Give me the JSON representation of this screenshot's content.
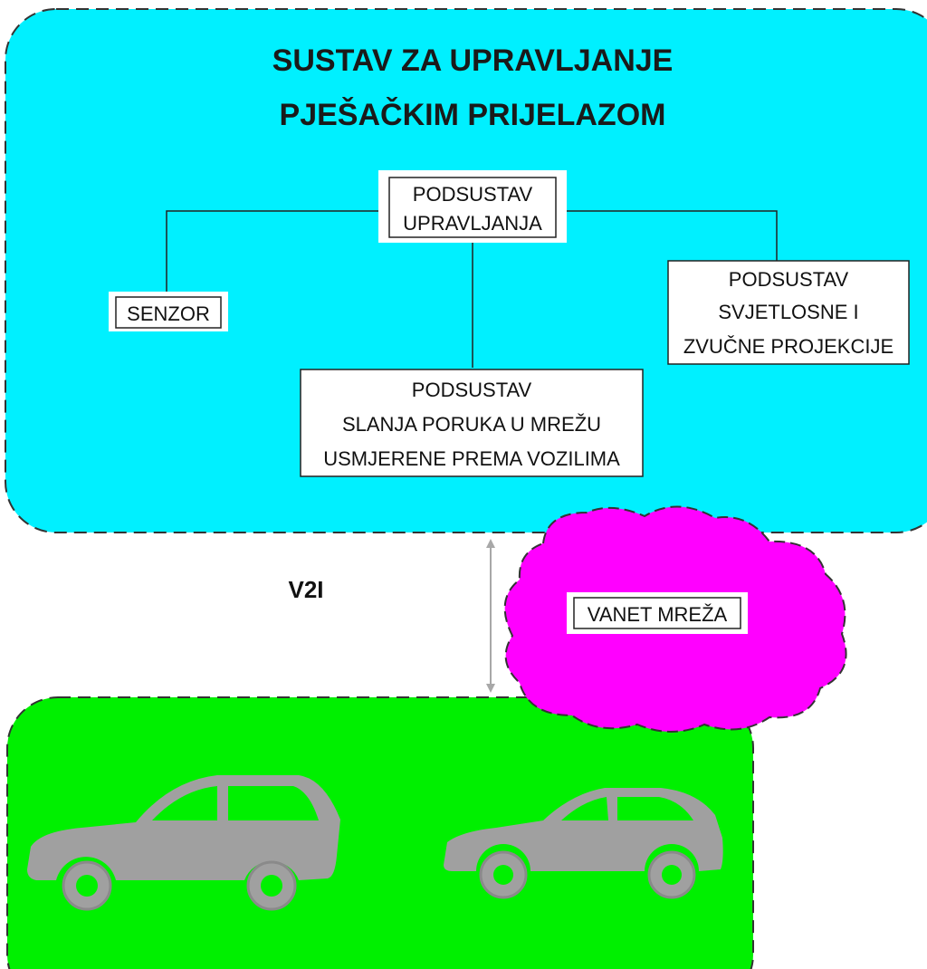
{
  "colors": {
    "system_fill": "#00f0ff",
    "vehicle_fill": "#00f000",
    "cloud_fill": "#ff00ff",
    "car_color": "#a0a0a0",
    "arrow_color": "#a8a8a8"
  },
  "system": {
    "title_line1": "SUSTAV ZA UPRAVLJANJE",
    "title_line2": "PJEŠAČKIM PRIJELAZOM"
  },
  "control_subsystem": {
    "line1": "PODSUSTAV",
    "line2": "UPRAVLJANJA"
  },
  "sensor": {
    "label": "SENZOR"
  },
  "light_sound_subsystem": {
    "line1": "PODSUSTAV",
    "line2": "SVJETLOSNE I",
    "line3": "ZVUČNE PROJEKCIJE"
  },
  "messaging_subsystem": {
    "line1": "PODSUSTAV",
    "line2": "SLANJA PORUKA U MREŽU",
    "line3": "USMJERENE PREMA VOZILIMA"
  },
  "link": {
    "label": "V2I"
  },
  "network": {
    "label": "VANET MREŽA"
  },
  "vehicles": {
    "icons": [
      "suv-icon",
      "sports-car-icon"
    ]
  }
}
